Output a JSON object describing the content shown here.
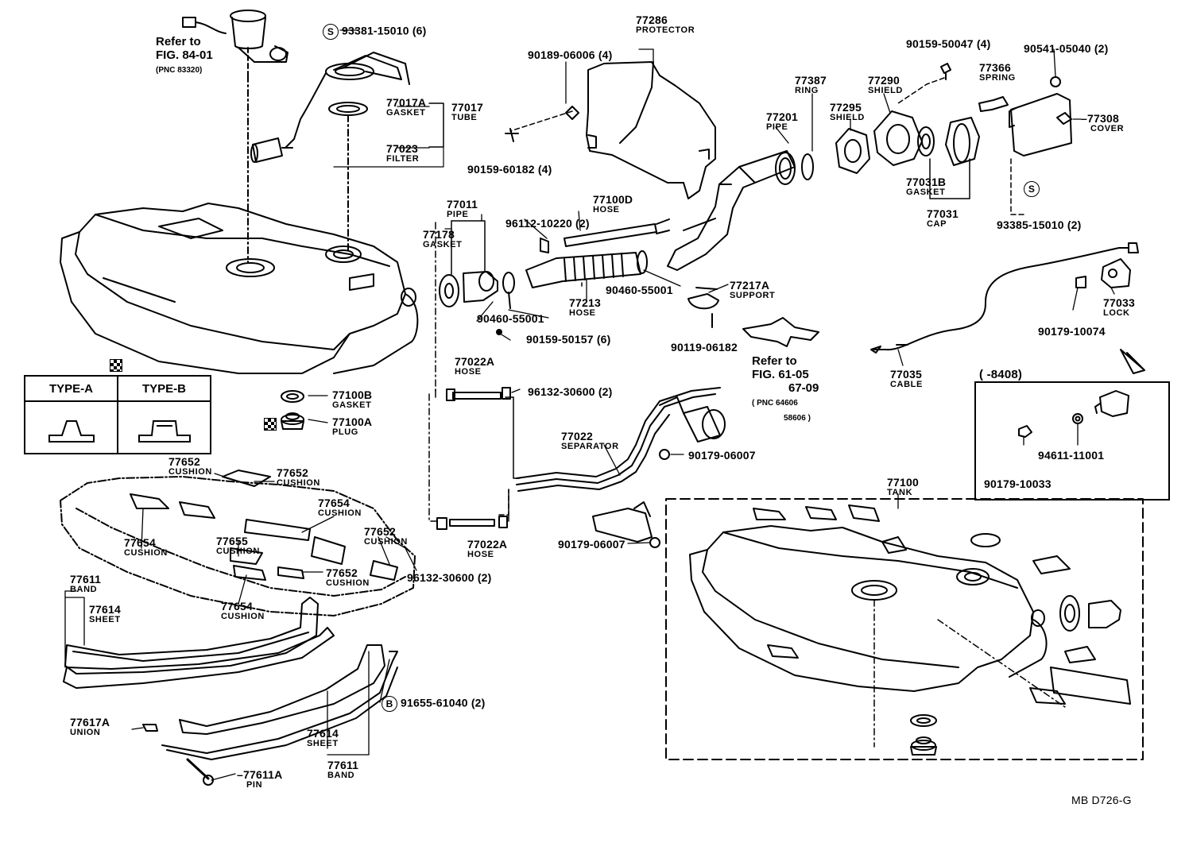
{
  "diagram_code": "MB D726-G",
  "type_table": {
    "type_a": "TYPE-A",
    "type_b": "TYPE-B"
  },
  "inset_range": "(      -8408)",
  "references": [
    {
      "id": "ref-pump",
      "line1": "Refer to",
      "line2": "FIG. 84-01",
      "line3": "(PNC 83320)"
    },
    {
      "id": "ref-support",
      "line1": "Refer to",
      "line2": "FIG. 61-05",
      "line3": "67-09",
      "line4": "( PNC 64606",
      "line5": "58606 )"
    }
  ],
  "callouts": [
    {
      "id": "93381-15010",
      "part": "93381-15010 (6)",
      "name": "",
      "marker": "S"
    },
    {
      "id": "77017A",
      "part": "77017A",
      "name": "GASKET"
    },
    {
      "id": "77017",
      "part": "77017",
      "name": "TUBE"
    },
    {
      "id": "77023",
      "part": "77023",
      "name": "FILTER"
    },
    {
      "id": "77286",
      "part": "77286",
      "name": "PROTECTOR"
    },
    {
      "id": "90189-06006",
      "part": "90189-06006 (4)",
      "name": ""
    },
    {
      "id": "90159-60182",
      "part": "90159-60182 (4)",
      "name": ""
    },
    {
      "id": "77011",
      "part": "77011",
      "name": "PIPE"
    },
    {
      "id": "77178",
      "part": "77178",
      "name": "GASKET"
    },
    {
      "id": "77100D",
      "part": "77100D",
      "name": "HOSE"
    },
    {
      "id": "96112-10220",
      "part": "96112-10220 (2)",
      "name": ""
    },
    {
      "id": "90460-55001-a",
      "part": "90460-55001",
      "name": ""
    },
    {
      "id": "90460-55001-b",
      "part": "90460-55001",
      "name": ""
    },
    {
      "id": "77213",
      "part": "77213",
      "name": "HOSE"
    },
    {
      "id": "90159-50157",
      "part": "90159-50157 (6)",
      "name": ""
    },
    {
      "id": "77387",
      "part": "77387",
      "name": "RING"
    },
    {
      "id": "77201",
      "part": "77201",
      "name": "PIPE"
    },
    {
      "id": "77295",
      "part": "77295",
      "name": "SHIELD"
    },
    {
      "id": "77290",
      "part": "77290",
      "name": "SHIELD"
    },
    {
      "id": "90159-50047",
      "part": "90159-50047 (4)",
      "name": ""
    },
    {
      "id": "77366",
      "part": "77366",
      "name": "SPRING"
    },
    {
      "id": "90541-05040",
      "part": "90541-05040 (2)",
      "name": ""
    },
    {
      "id": "77308",
      "part": "77308",
      "name": "COVER"
    },
    {
      "id": "77031B",
      "part": "77031B",
      "name": "GASKET"
    },
    {
      "id": "77031",
      "part": "77031",
      "name": "CAP"
    },
    {
      "id": "93385-15010",
      "part": "93385-15010 (2)",
      "name": "",
      "marker": "S"
    },
    {
      "id": "77217A",
      "part": "77217A",
      "name": "SUPPORT"
    },
    {
      "id": "90119-06182",
      "part": "90119-06182",
      "name": ""
    },
    {
      "id": "77033",
      "part": "77033",
      "name": "LOCK"
    },
    {
      "id": "90179-10074",
      "part": "90179-10074",
      "name": ""
    },
    {
      "id": "77035",
      "part": "77035",
      "name": "CABLE"
    },
    {
      "id": "77022A-top",
      "part": "77022A",
      "name": "HOSE"
    },
    {
      "id": "96132-30600-top",
      "part": "96132-30600 (2)",
      "name": ""
    },
    {
      "id": "77100B",
      "part": "77100B",
      "name": "GASKET"
    },
    {
      "id": "77100A",
      "part": "77100A",
      "name": "PLUG"
    },
    {
      "id": "77022",
      "part": "77022",
      "name": "SEPARATOR"
    },
    {
      "id": "90179-06007-a",
      "part": "90179-06007",
      "name": ""
    },
    {
      "id": "90179-06007-b",
      "part": "90179-06007",
      "name": ""
    },
    {
      "id": "94611-11001",
      "part": "94611-11001",
      "name": ""
    },
    {
      "id": "90179-10033",
      "part": "90179-10033",
      "name": ""
    },
    {
      "id": "77100",
      "part": "77100",
      "name": "TANK"
    },
    {
      "id": "77652-a",
      "part": "77652",
      "name": "CUSHION"
    },
    {
      "id": "77652-b",
      "part": "77652",
      "name": "CUSHION"
    },
    {
      "id": "77654-a",
      "part": "77654",
      "name": "CUSHION"
    },
    {
      "id": "77652-c",
      "part": "77652",
      "name": "CUSHION"
    },
    {
      "id": "77654-b",
      "part": "77654",
      "name": "CUSHION"
    },
    {
      "id": "77655",
      "part": "77655",
      "name": "CUSHION"
    },
    {
      "id": "77652-d",
      "part": "77652",
      "name": "CUSHION"
    },
    {
      "id": "77022A-bot",
      "part": "77022A",
      "name": "HOSE"
    },
    {
      "id": "96132-30600-bot",
      "part": "96132-30600 (2)",
      "name": ""
    },
    {
      "id": "77611-top",
      "part": "77611",
      "name": "BAND"
    },
    {
      "id": "77614-top",
      "part": "77614",
      "name": "SHEET"
    },
    {
      "id": "77654-c",
      "part": "77654",
      "name": "CUSHION"
    },
    {
      "id": "91655-61040",
      "part": "91655-61040 (2)",
      "name": "",
      "marker": "B"
    },
    {
      "id": "77617A",
      "part": "77617A",
      "name": "UNION"
    },
    {
      "id": "77614-bot",
      "part": "77614",
      "name": "SHEET"
    },
    {
      "id": "77611-bot",
      "part": "77611",
      "name": "BAND"
    },
    {
      "id": "77611A",
      "part": "77611A",
      "name": "PIN"
    }
  ]
}
